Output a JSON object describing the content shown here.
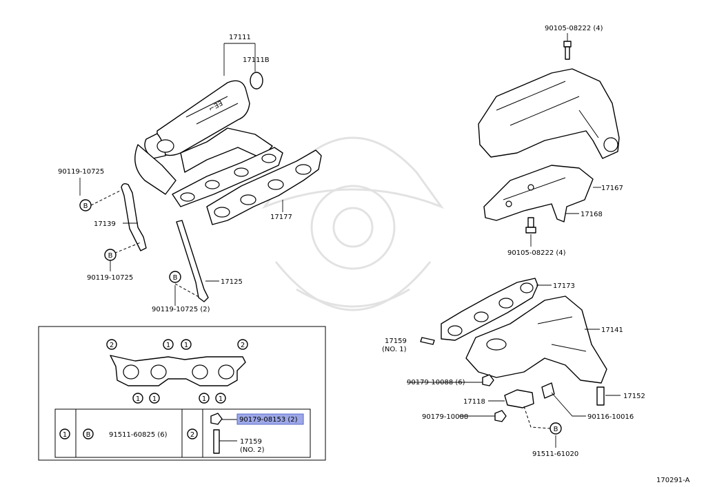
{
  "diagram_id": "170291-A",
  "labels": {
    "p17111": "17111",
    "p17111b": "17111B",
    "p17177": "17177",
    "p90119_top": "90119-10725",
    "p90119_mid": "90119-10725",
    "p90119_low": "90119-10725 (2)",
    "p17139": "17139",
    "p17125": "17125",
    "p90105_top": "90105-08222 (4)",
    "p90105_bot": "90105-08222 (4)",
    "p17167": "17167",
    "p17168": "17168",
    "p17173": "17173",
    "p17141": "17141",
    "p17159": "17159",
    "p17159_no1": "(NO. 1)",
    "p90179_a": "90179-10088 (6)",
    "p17118": "17118",
    "p90179_b": "90179-10088",
    "p90116": "90116-10016",
    "p17152": "17152",
    "p91511_b": "91511-61020"
  },
  "callouts": {
    "b": "B",
    "one": "1",
    "two": "2"
  },
  "legend": {
    "cell1_num": "1",
    "cell1_callout": "B",
    "cell1_part": "91511-60825 (6)",
    "cell2_num": "2",
    "cell2_nut": "90179-08153 (2)",
    "cell2_stud": "17159",
    "cell2_stud_sub": "(NO. 2)"
  },
  "colors": {
    "highlight": "#9da8e8",
    "line": "#000000"
  }
}
